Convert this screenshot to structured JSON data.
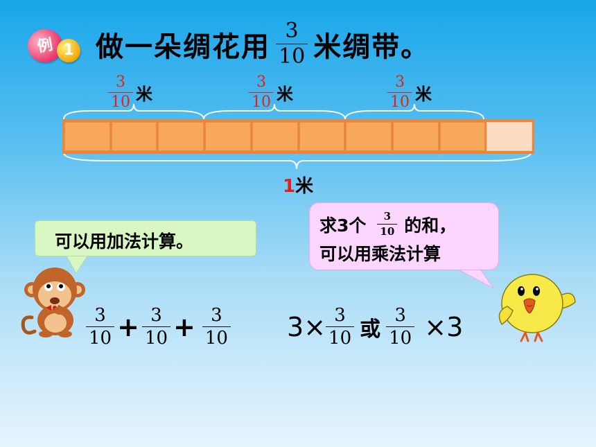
{
  "badge": {
    "char": "例",
    "number": "1"
  },
  "title": {
    "before": "做一朵绸花用",
    "frac_num": "3",
    "frac_den": "10",
    "after": "米绸带。"
  },
  "segments": [
    {
      "num": "3",
      "den": "10",
      "unit": "米"
    },
    {
      "num": "3",
      "den": "10",
      "unit": "米"
    },
    {
      "num": "3",
      "den": "10",
      "unit": "米"
    }
  ],
  "ribbon": {
    "total_cells": 10,
    "used_cells": 9
  },
  "total_label": {
    "value": "1",
    "unit": "米"
  },
  "bubble_left": {
    "text": "可以用加法计算。"
  },
  "bubble_right": {
    "line1_before": "求3个",
    "frac_num": "3",
    "frac_den": "10",
    "line1_after": "的和，",
    "line2": "可以用乘法计算"
  },
  "addition": {
    "num": "3",
    "den": "10",
    "op": "+"
  },
  "multiplication": {
    "factor": "3",
    "times": "×",
    "num": "3",
    "den": "10",
    "or": "或"
  },
  "colors": {
    "ribbon_fill": "#f7a85b",
    "ribbon_empty": "#fbdcc0",
    "accent_red": "#e0231a",
    "bubble_green": "#d8f7c2",
    "bubble_pink": "#fdd6ff"
  }
}
